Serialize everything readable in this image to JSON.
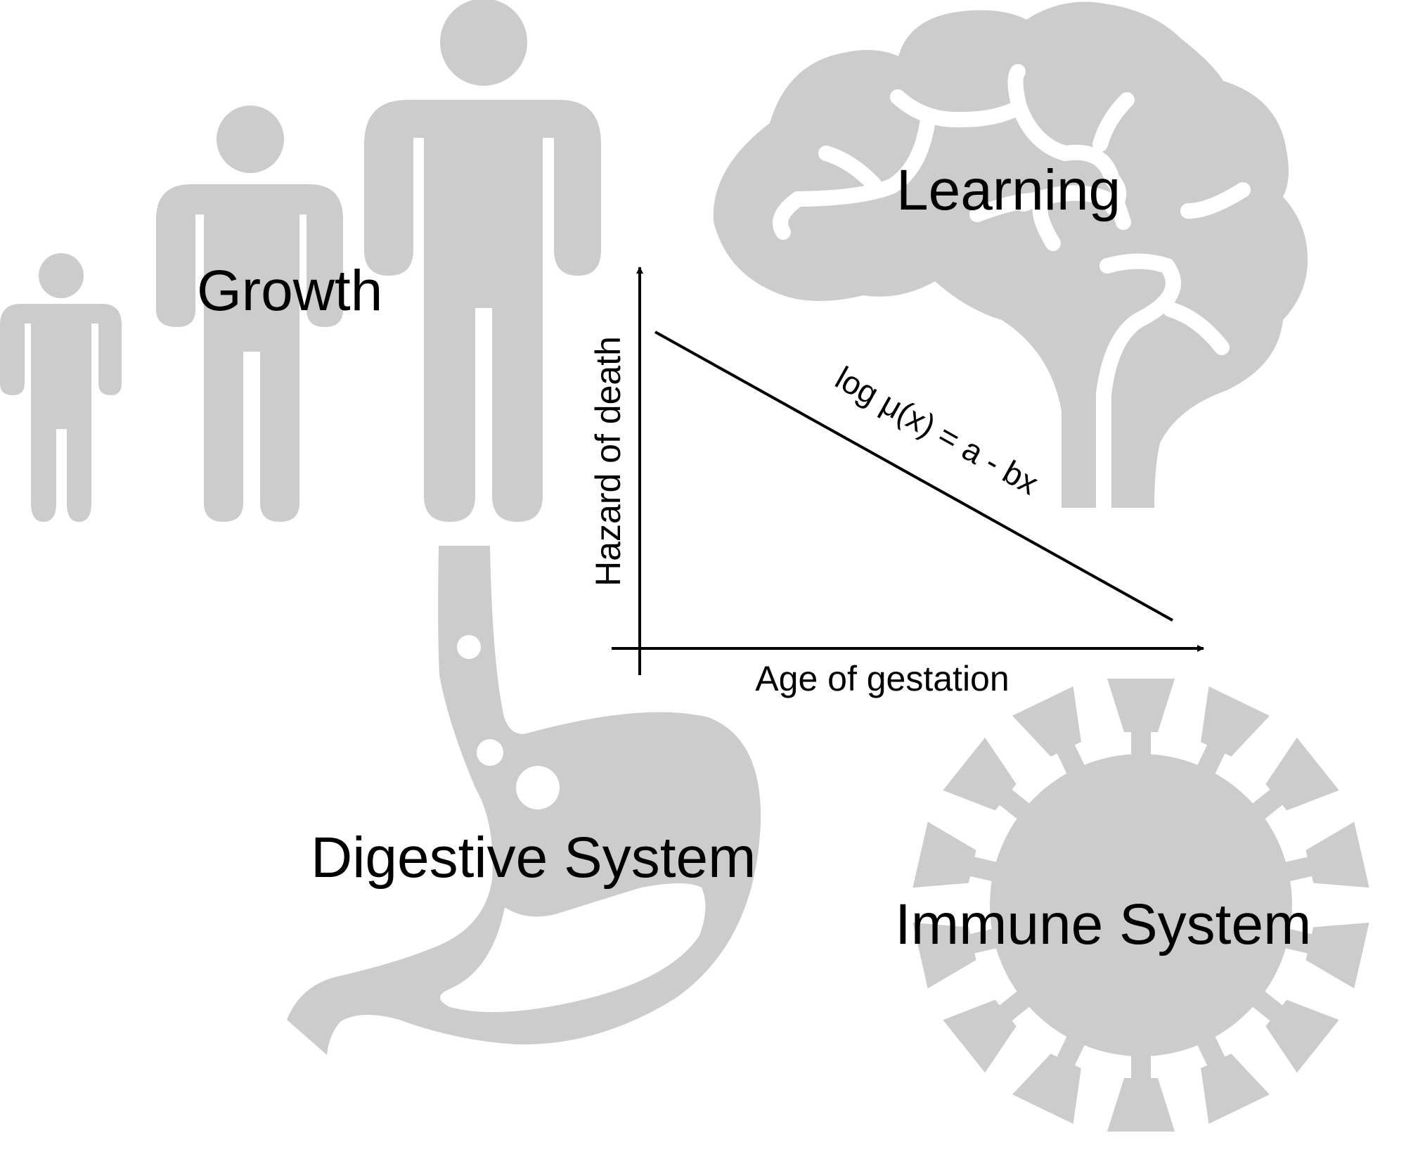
{
  "labels": {
    "growth": "Growth",
    "learning": "Learning",
    "digestive": "Digestive System",
    "immune": "Immune System"
  },
  "chart": {
    "y_axis_label": "Hazard of death",
    "x_axis_label": "Age of gestation",
    "equation": "log μ(x) = a - bx"
  },
  "chart_data": {
    "type": "line",
    "xlabel": "Age of gestation",
    "ylabel": "Hazard of death",
    "annotations": [
      "log μ(x) = a - bx"
    ],
    "grid": false
  },
  "colors": {
    "icon_fill": "#cccccc",
    "ink": "#000000",
    "background": "#ffffff"
  },
  "icons": [
    "child-figure-icon",
    "youth-figure-icon",
    "adult-figure-icon",
    "brain-icon",
    "stomach-icon",
    "virus-icon"
  ]
}
